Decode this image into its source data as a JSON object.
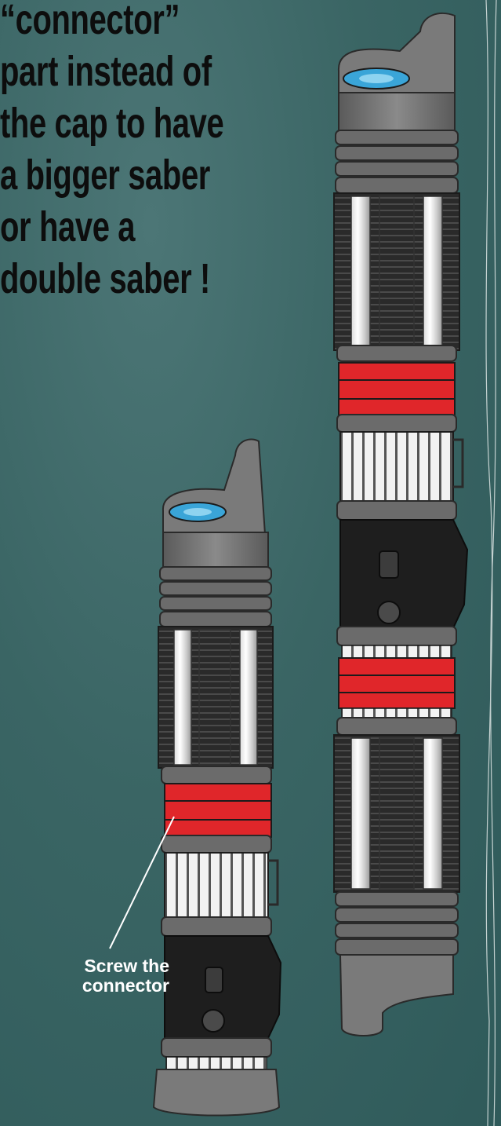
{
  "headline": {
    "lines": [
      "“connector”",
      "part instead of",
      "the  cap to have",
      "a bigger saber",
      "or have a",
      "double saber !"
    ]
  },
  "callout": {
    "lines": [
      "Screw the",
      "connector"
    ]
  },
  "colors": {
    "background": "#3a6564",
    "hilt_gray": "#6e6e6e",
    "hilt_dark": "#1e1e1e",
    "accent_red": "#e0262a",
    "emitter_blue": "#3aa5d8",
    "text_dark": "#0d0d0d",
    "text_light": "#ffffff"
  },
  "illustration": {
    "items": [
      "lightsaber-hilt-single",
      "lightsaber-hilt-double"
    ]
  }
}
